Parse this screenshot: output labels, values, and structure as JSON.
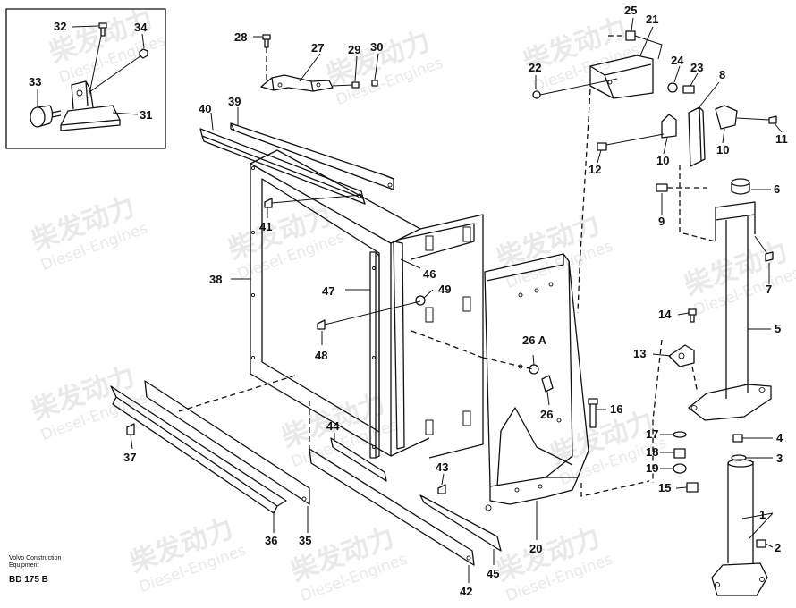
{
  "callouts": {
    "n1": "1",
    "n2": "2",
    "n3": "3",
    "n4": "4",
    "n5": "5",
    "n7": "7",
    "n8": "8",
    "n9": "9",
    "n10a": "10",
    "n10b": "10",
    "n11": "11",
    "n12": "12",
    "n13": "13",
    "n14": "14",
    "n15": "15",
    "n16": "16",
    "n17": "17",
    "n18": "18",
    "n19": "19",
    "n20": "20",
    "n21": "21",
    "n22": "22",
    "n23": "23",
    "n24": "24",
    "n25": "25",
    "n26": "26",
    "n26a": "26 A",
    "n27": "27",
    "n28": "28",
    "n29": "29",
    "n30": "30",
    "n31": "31",
    "n32": "32",
    "n33": "33",
    "n34": "34",
    "n35": "35",
    "n36": "36",
    "n37": "37",
    "n38": "38",
    "n39": "39",
    "n40": "40",
    "n41": "41",
    "n42": "42",
    "n43": "43",
    "n44": "44",
    "n45": "45",
    "n46": "46",
    "n47": "47",
    "n48": "48",
    "n49": "49"
  },
  "caption": {
    "line1": "Volvo Construction",
    "line2": "Equipment",
    "code": "BD 175 B"
  },
  "watermark": {
    "brand": "柴发动力",
    "sub": "Diesel-Engines"
  }
}
